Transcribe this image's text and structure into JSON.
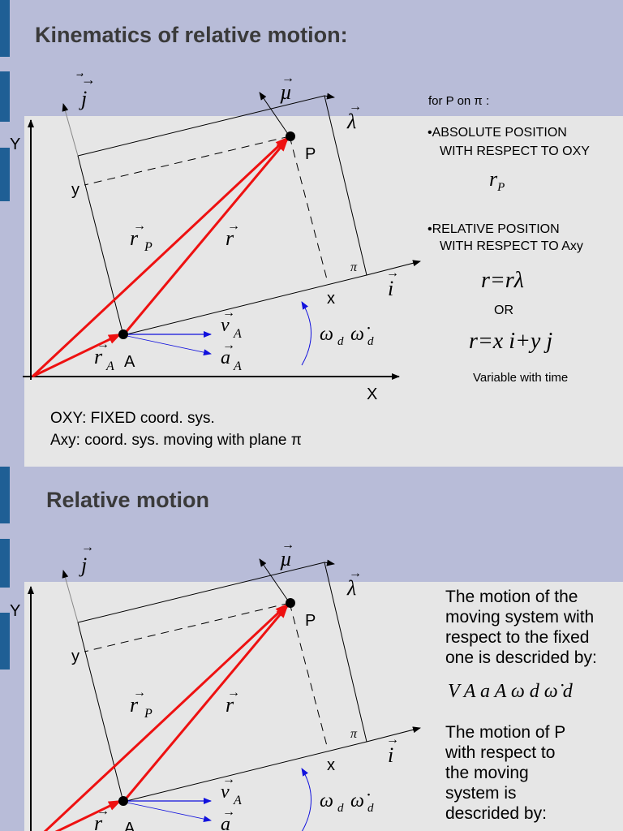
{
  "slide1": {
    "title": "Kinematics of relative motion:",
    "axes": {
      "Y": "Y",
      "X": "X",
      "y": "y",
      "x": "x",
      "P": "P",
      "A": "A",
      "pi": "π"
    },
    "vectors": {
      "j": "j",
      "mu": "µ",
      "lambda": "λ",
      "i": "i",
      "rP": "r",
      "rP_sub": "P",
      "r": "r",
      "rA": "r",
      "rA_sub": "A",
      "vA": "v",
      "vA_sub": "A",
      "aA": "a",
      "aA_sub": "A",
      "omega": "ω",
      "omega_sub": "d",
      "omegadot": "ω̇",
      "omegadot_sub": "d"
    },
    "notes": {
      "for_p": "for P on π :",
      "abs_line1": "•ABSOLUTE POSITION",
      "abs_line2": "WITH RESPECT TO OXY",
      "abs_vec": "r",
      "abs_vec_sub": "P",
      "rel_line1": "•RELATIVE POSITION",
      "rel_line2": "WITH RESPECT TO Axy",
      "eq1": "r=rλ",
      "or": "OR",
      "eq2": "r=x i+y j",
      "variable": "Variable with time"
    },
    "caption_line1": "OXY:  FIXED coord. sys.",
    "caption_line2": "Axy: coord. sys. moving with plane π"
  },
  "slide2": {
    "title": "Relative motion",
    "text1": [
      "The motion of the",
      "moving system with",
      "respect to the fixed",
      "one is descrided by:"
    ],
    "quantities": "V A   a A   ω d   ω̇ d",
    "text2": [
      "The motion of P",
      "with respect to",
      "the moving",
      "system is",
      "descrided by:"
    ]
  },
  "colors": {
    "background": "#b8bcd8",
    "panel": "#e6e6e6",
    "accent": "#1f5f95",
    "red_vector": "#ee1111",
    "blue_vector": "#1111dd"
  }
}
